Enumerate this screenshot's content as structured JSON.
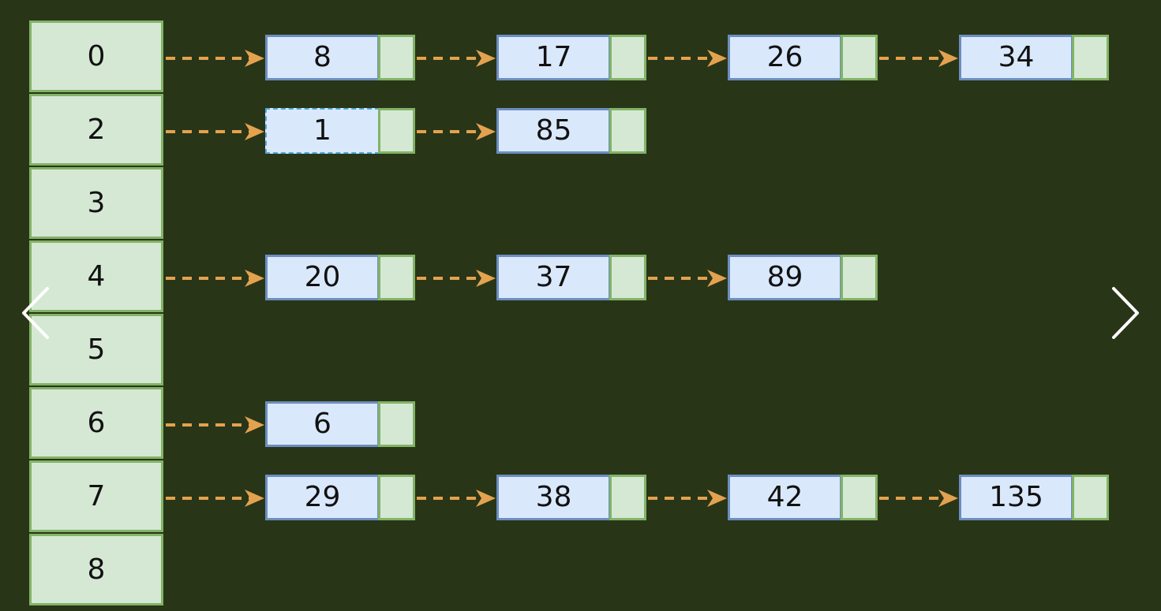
{
  "buckets": [
    "0",
    "2",
    "3",
    "4",
    "5",
    "6",
    "7",
    "8"
  ],
  "chains": [
    {
      "bucket": "0",
      "nodes": [
        "8",
        "17",
        "26",
        "34"
      ]
    },
    {
      "bucket": "2",
      "nodes": [
        "1",
        "85"
      ]
    },
    {
      "bucket": "3",
      "nodes": []
    },
    {
      "bucket": "4",
      "nodes": [
        "20",
        "37",
        "89"
      ]
    },
    {
      "bucket": "5",
      "nodes": []
    },
    {
      "bucket": "6",
      "nodes": [
        "6"
      ]
    },
    {
      "bucket": "7",
      "nodes": [
        "29",
        "38",
        "42",
        "135"
      ]
    },
    {
      "bucket": "8",
      "nodes": []
    }
  ],
  "selected_node": {
    "chain": 1,
    "index": 0
  },
  "colors": {
    "background": "#293517",
    "bucket_fill": "#d5e8d4",
    "bucket_border": "#82b366",
    "node_fill": "#dae8fc",
    "node_border": "#6c8ebf",
    "arrow": "#e3a24f",
    "nav": "#ffffff"
  },
  "navigation": {
    "prev_icon": "chevron-left-icon",
    "next_icon": "chevron-right-icon"
  }
}
